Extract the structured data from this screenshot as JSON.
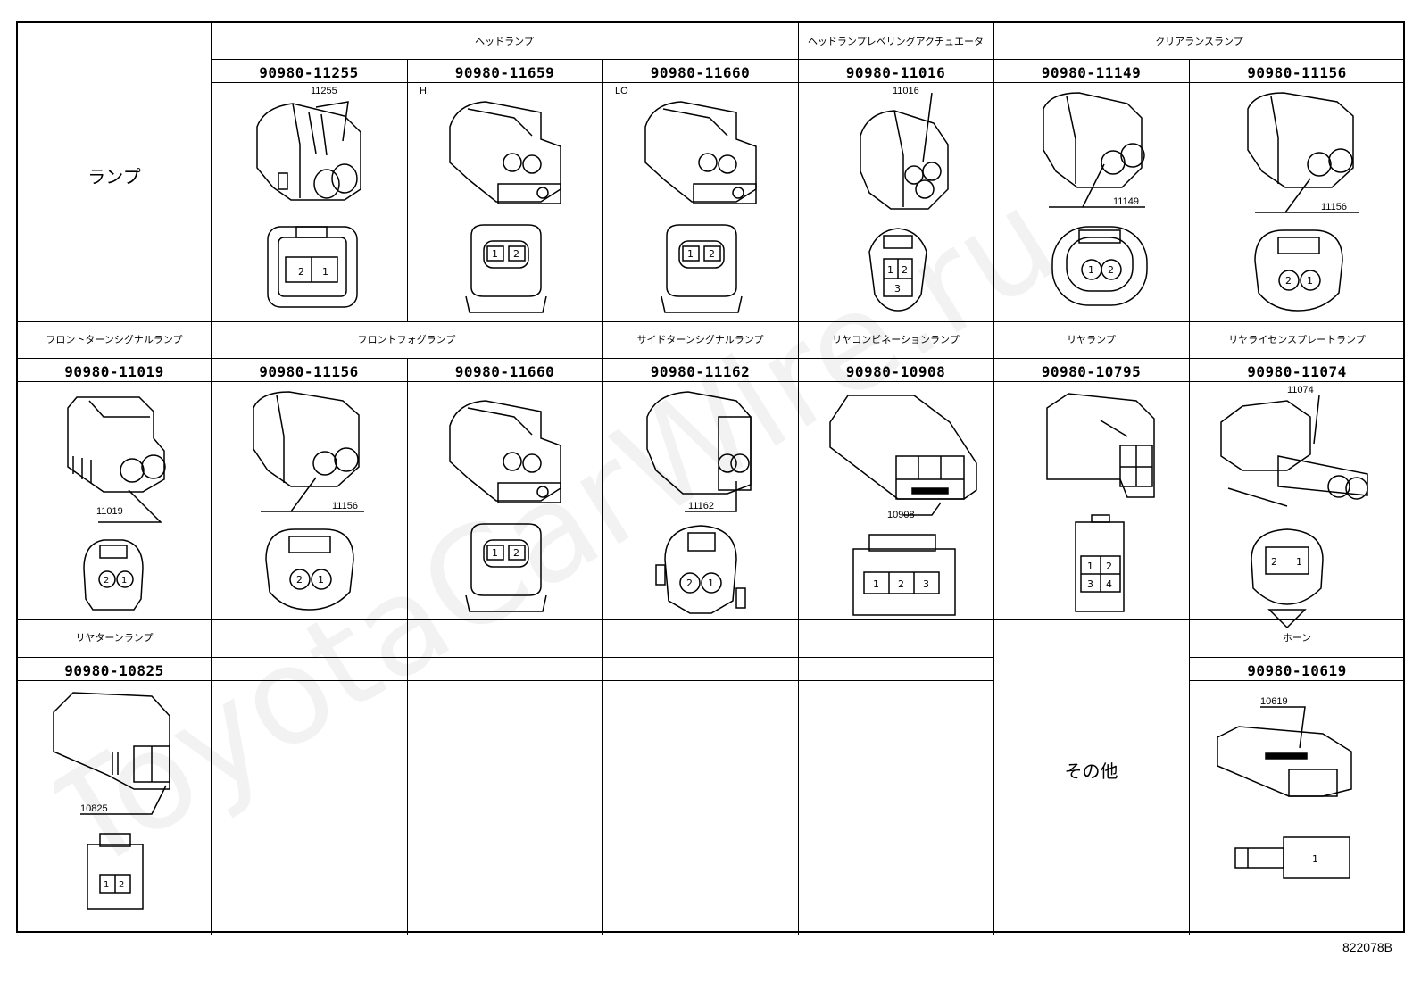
{
  "row1": {
    "left_label": "ランプ",
    "group_headlamp": "ヘッドランプ",
    "group_leveling": "ヘッドランプレベリングアクチュエータ",
    "group_clearance": "クリアランスランプ",
    "parts": [
      {
        "pn": "90980-11255",
        "callout": "11255",
        "tag": "",
        "pins": [
          "2",
          "1"
        ]
      },
      {
        "pn": "90980-11659",
        "callout": "",
        "tag": "HI",
        "pins": [
          "1",
          "2"
        ]
      },
      {
        "pn": "90980-11660",
        "callout": "",
        "tag": "LO",
        "pins": [
          "1",
          "2"
        ]
      },
      {
        "pn": "90980-11016",
        "callout": "11016",
        "tag": "",
        "pins": [
          "1",
          "2",
          "3"
        ]
      },
      {
        "pn": "90980-11149",
        "callout": "11149",
        "tag": "",
        "pins": [
          "1",
          "2"
        ]
      },
      {
        "pn": "90980-11156",
        "callout": "11156",
        "tag": "",
        "pins": [
          "2",
          "1"
        ]
      }
    ]
  },
  "row2": {
    "categories": [
      "フロントターンシグナルランプ",
      "フロントフォグランプ",
      "サイドターンシグナルランプ",
      "リヤコンビネーションランプ",
      "リヤランプ",
      "リヤライセンスプレートランプ"
    ],
    "parts": [
      {
        "pn": "90980-11019",
        "callout": "11019",
        "pins": [
          "2",
          "1"
        ]
      },
      {
        "pn": "90980-11156",
        "callout": "11156",
        "pins": [
          "2",
          "1"
        ]
      },
      {
        "pn": "90980-11660",
        "callout": "",
        "pins": [
          "1",
          "2"
        ]
      },
      {
        "pn": "90980-11162",
        "callout": "11162",
        "pins": [
          "2",
          "1"
        ]
      },
      {
        "pn": "90980-10908",
        "callout": "10908",
        "pins": [
          "1",
          "2",
          "3"
        ]
      },
      {
        "pn": "90980-10795",
        "callout": "",
        "pins": [
          "1",
          "2",
          "3",
          "4"
        ]
      },
      {
        "pn": "90980-11074",
        "callout": "11074",
        "pins": [
          "2",
          "1"
        ]
      }
    ]
  },
  "row3": {
    "rear_turn_label": "リヤターンランプ",
    "rear_turn_pn": "90980-10825",
    "rear_turn_callout": "10825",
    "rear_turn_pins": [
      "1",
      "2"
    ],
    "other_label": "その他",
    "horn_label": "ホーン",
    "horn_pn": "90980-10619",
    "horn_callout": "10619",
    "horn_pins": [
      "1"
    ]
  },
  "footer_code": "822078B",
  "watermark": "ToyotaCarWire.ru"
}
